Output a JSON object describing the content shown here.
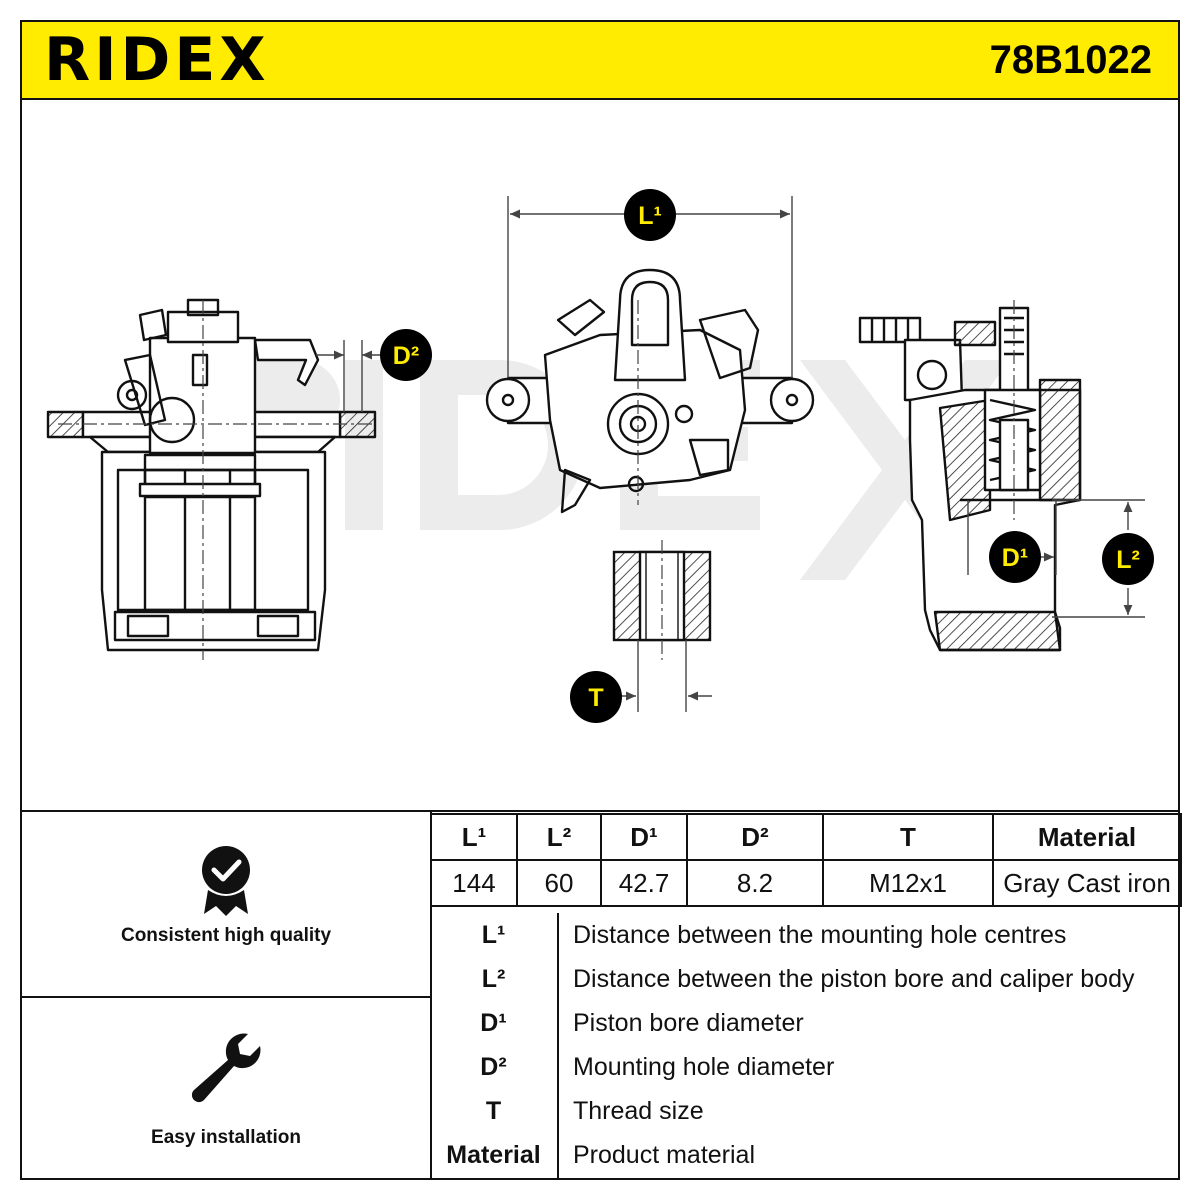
{
  "header": {
    "brand": "RIDEX",
    "part_number": "78B1022"
  },
  "callouts": {
    "L1": "L¹",
    "L2": "L²",
    "D1": "D¹",
    "D2": "D²",
    "T": "T"
  },
  "spec_table": {
    "headers": [
      "L¹",
      "L²",
      "D¹",
      "D²",
      "T",
      "Material"
    ],
    "values": [
      "144",
      "60",
      "42.7",
      "8.2",
      "M12x1",
      "Gray Cast iron"
    ]
  },
  "legend": [
    {
      "abbr": "L¹",
      "text": "Distance between the mounting hole centres"
    },
    {
      "abbr": "L²",
      "text": "Distance between the piston bore and caliper body"
    },
    {
      "abbr": "D¹",
      "text": "Piston bore diameter"
    },
    {
      "abbr": "D²",
      "text": "Mounting hole diameter"
    },
    {
      "abbr": "T",
      "text": "Thread size"
    },
    {
      "abbr": "Material",
      "text": "Product material"
    }
  ],
  "features": [
    {
      "label": "Consistent high quality",
      "icon": "quality-badge-icon"
    },
    {
      "label": "Easy installation",
      "icon": "wrench-icon"
    }
  ],
  "colors": {
    "accent": "#ffec00",
    "text": "#111111"
  }
}
